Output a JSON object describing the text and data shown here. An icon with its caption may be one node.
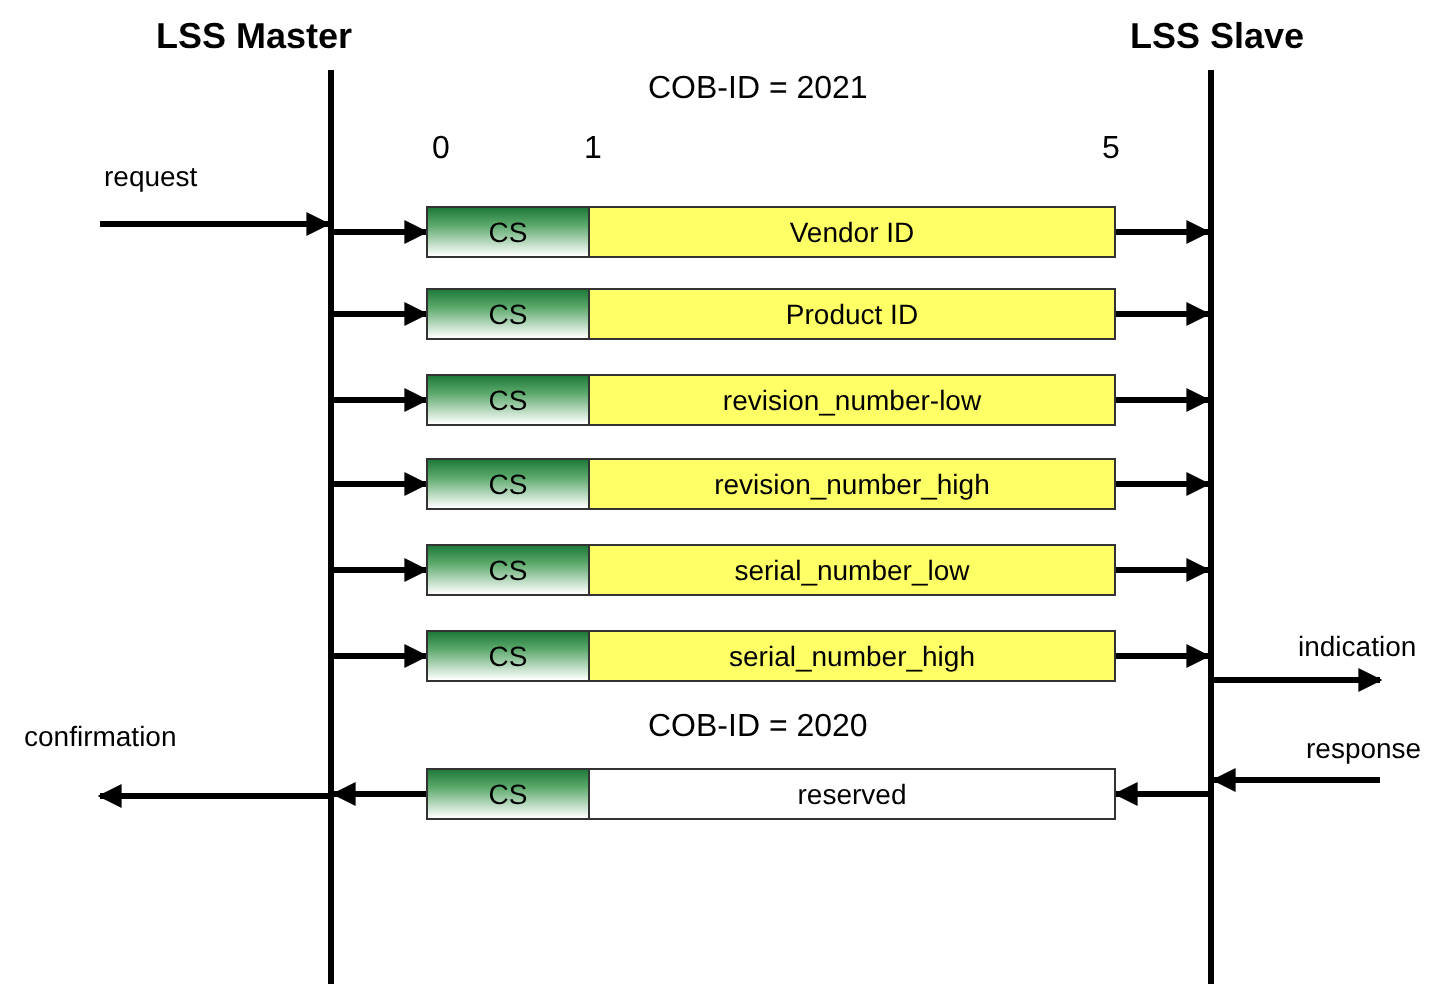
{
  "diagram": {
    "nodes": [
      {
        "text": [],
        "shape": "bar"
      },
      {
        "text": [],
        "shape": "bar"
      },
      {
        "text": [
          "CS",
          "Vendor ID"
        ]
      },
      {
        "text": [
          "CS",
          "Product ID"
        ]
      },
      {
        "text": [
          "CS",
          "revision_number-low"
        ]
      },
      {
        "text": [
          "CS",
          "revision_number_high"
        ]
      },
      {
        "text": [
          "CS",
          "serial_number_low"
        ]
      },
      {
        "text": [
          "CS",
          "serial_number_high"
        ]
      },
      {
        "text": [
          "CS",
          "reserved"
        ]
      }
    ],
    "edges": [
      {
        "from": null,
        "to": 0,
        "arrow": "to",
        "label": "request"
      },
      {
        "from": 0,
        "to": 2,
        "arrow": "to"
      },
      {
        "from": 2,
        "to": 1,
        "arrow": "to"
      },
      {
        "from": 0,
        "to": 3,
        "arrow": "to"
      },
      {
        "from": 3,
        "to": 1,
        "arrow": "to"
      },
      {
        "from": 0,
        "to": 4,
        "arrow": "to"
      },
      {
        "from": 4,
        "to": 1,
        "arrow": "to"
      },
      {
        "from": 0,
        "to": 5,
        "arrow": "to"
      },
      {
        "from": 5,
        "to": 1,
        "arrow": "to"
      },
      {
        "from": 0,
        "to": 6,
        "arrow": "to"
      },
      {
        "from": 6,
        "to": 1,
        "arrow": "to"
      },
      {
        "from": 0,
        "to": 7,
        "arrow": "to"
      },
      {
        "from": 7,
        "to": 1,
        "arrow": "to"
      },
      {
        "from": 1,
        "to": null,
        "arrow": "to",
        "label": "indication"
      },
      {
        "from": 1,
        "to": 8,
        "arrow": "to"
      },
      {
        "from": 8,
        "to": 0,
        "arrow": "to"
      },
      {
        "from": 0,
        "to": null,
        "arrow": "to",
        "label": "confirmation"
      },
      {
        "from": null,
        "to": 1,
        "arrow": "to",
        "label": "response"
      }
    ],
    "labels": [
      "LSS Master",
      "LSS Slave",
      "COB-ID = 2021",
      "0",
      "1",
      "5",
      "COB-ID = 2020"
    ]
  }
}
